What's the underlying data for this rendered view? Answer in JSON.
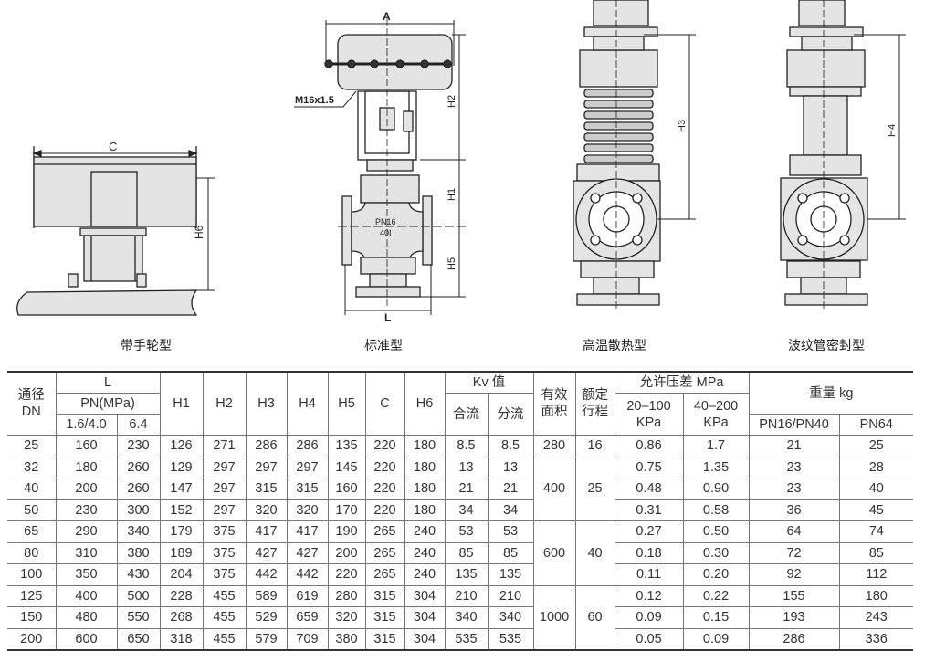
{
  "drawings": {
    "handwheel": {
      "caption": "带手轮型",
      "labels": {
        "width": "C",
        "height": "H6"
      }
    },
    "standard": {
      "caption": "标准型",
      "labels": {
        "width": "A",
        "thread": "M16x1.5",
        "h2": "H2",
        "h1": "H1",
        "h5": "H5",
        "length": "L",
        "pressure": "PN16",
        "size": "40I"
      }
    },
    "high_temp": {
      "caption": "高温散热型",
      "labels": {
        "height": "H3"
      }
    },
    "bellows": {
      "caption": "波纹管密封型",
      "labels": {
        "height": "H4"
      }
    }
  },
  "table": {
    "headers": {
      "dn": "通径\nDN",
      "L": "L",
      "pn": "PN(MPa)",
      "pn_a": "1.6/4.0",
      "pn_b": "6.4",
      "h1": "H1",
      "h2": "H2",
      "h3": "H3",
      "h4": "H4",
      "h5": "H5",
      "c": "C",
      "h6": "H6",
      "kv": "Kv 值",
      "kv_merge": "合流",
      "kv_split": "分流",
      "area": "有效\n面积",
      "stroke": "额定\n行程",
      "dp": "允许压差 MPa",
      "dp_a": "20–100\nKPa",
      "dp_b": "40–200\nKPa",
      "weight": "重量 kg",
      "w_a": "PN16/PN40",
      "w_b": "PN64"
    },
    "rows": [
      {
        "dn": "25",
        "l1": "160",
        "l2": "230",
        "h1": "126",
        "h2": "271",
        "h3": "286",
        "h4": "286",
        "h5": "135",
        "c": "220",
        "h6": "180",
        "kv1": "8.5",
        "kv2": "8.5",
        "dp1": "0.86",
        "dp2": "1.7",
        "w1": "21",
        "w2": "25"
      },
      {
        "dn": "32",
        "l1": "180",
        "l2": "260",
        "h1": "129",
        "h2": "297",
        "h3": "297",
        "h4": "297",
        "h5": "145",
        "c": "220",
        "h6": "180",
        "kv1": "13",
        "kv2": "13",
        "dp1": "0.75",
        "dp2": "1.35",
        "w1": "23",
        "w2": "28"
      },
      {
        "dn": "40",
        "l1": "200",
        "l2": "260",
        "h1": "147",
        "h2": "297",
        "h3": "315",
        "h4": "315",
        "h5": "160",
        "c": "220",
        "h6": "180",
        "kv1": "21",
        "kv2": "21",
        "dp1": "0.48",
        "dp2": "0.90",
        "w1": "23",
        "w2": "40"
      },
      {
        "dn": "50",
        "l1": "230",
        "l2": "300",
        "h1": "152",
        "h2": "297",
        "h3": "320",
        "h4": "320",
        "h5": "170",
        "c": "220",
        "h6": "180",
        "kv1": "34",
        "kv2": "34",
        "dp1": "0.31",
        "dp2": "0.58",
        "w1": "36",
        "w2": "45"
      },
      {
        "dn": "65",
        "l1": "290",
        "l2": "340",
        "h1": "179",
        "h2": "375",
        "h3": "417",
        "h4": "417",
        "h5": "190",
        "c": "265",
        "h6": "240",
        "kv1": "53",
        "kv2": "53",
        "dp1": "0.27",
        "dp2": "0.50",
        "w1": "64",
        "w2": "74"
      },
      {
        "dn": "80",
        "l1": "310",
        "l2": "380",
        "h1": "189",
        "h2": "375",
        "h3": "427",
        "h4": "427",
        "h5": "200",
        "c": "265",
        "h6": "240",
        "kv1": "85",
        "kv2": "85",
        "dp1": "0.18",
        "dp2": "0.30",
        "w1": "72",
        "w2": "85"
      },
      {
        "dn": "100",
        "l1": "350",
        "l2": "430",
        "h1": "204",
        "h2": "375",
        "h3": "442",
        "h4": "442",
        "h5": "220",
        "c": "265",
        "h6": "240",
        "kv1": "135",
        "kv2": "135",
        "dp1": "0.11",
        "dp2": "0.20",
        "w1": "92",
        "w2": "112"
      },
      {
        "dn": "125",
        "l1": "400",
        "l2": "500",
        "h1": "228",
        "h2": "455",
        "h3": "589",
        "h4": "619",
        "h5": "280",
        "c": "315",
        "h6": "304",
        "kv1": "210",
        "kv2": "210",
        "dp1": "0.12",
        "dp2": "0.22",
        "w1": "155",
        "w2": "180"
      },
      {
        "dn": "150",
        "l1": "480",
        "l2": "550",
        "h1": "268",
        "h2": "455",
        "h3": "529",
        "h4": "659",
        "h5": "320",
        "c": "315",
        "h6": "304",
        "kv1": "340",
        "kv2": "340",
        "dp1": "0.09",
        "dp2": "0.15",
        "w1": "193",
        "w2": "243"
      },
      {
        "dn": "200",
        "l1": "600",
        "l2": "650",
        "h1": "318",
        "h2": "455",
        "h3": "579",
        "h4": "709",
        "h5": "380",
        "c": "315",
        "h6": "304",
        "kv1": "535",
        "kv2": "535",
        "dp1": "0.05",
        "dp2": "0.09",
        "w1": "286",
        "w2": "336"
      }
    ],
    "groups": [
      {
        "area": "280",
        "stroke": "16"
      },
      {
        "area": "400",
        "stroke": "25"
      },
      {
        "area": "600",
        "stroke": "40"
      },
      {
        "area": "1000",
        "stroke": "60"
      }
    ]
  }
}
